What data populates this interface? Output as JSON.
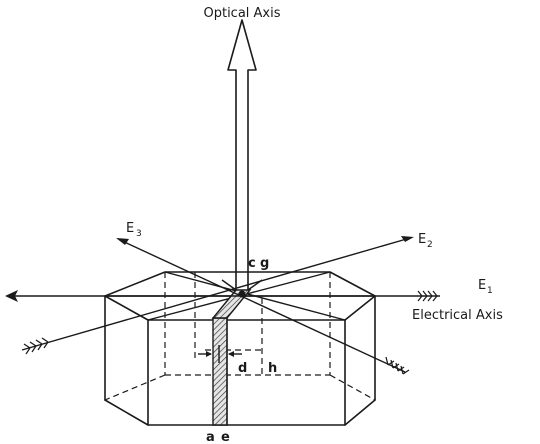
{
  "labels": {
    "optical_axis": "Optical Axis",
    "electrical_axis": "Electrical Axis",
    "e1": "E",
    "e1_sub": "1",
    "e2": "E",
    "e2_sub": "2",
    "e3": "E",
    "e3_sub": "3",
    "c": "c",
    "g": "g",
    "d": "d",
    "h": "h",
    "a": "a",
    "e": "e"
  }
}
